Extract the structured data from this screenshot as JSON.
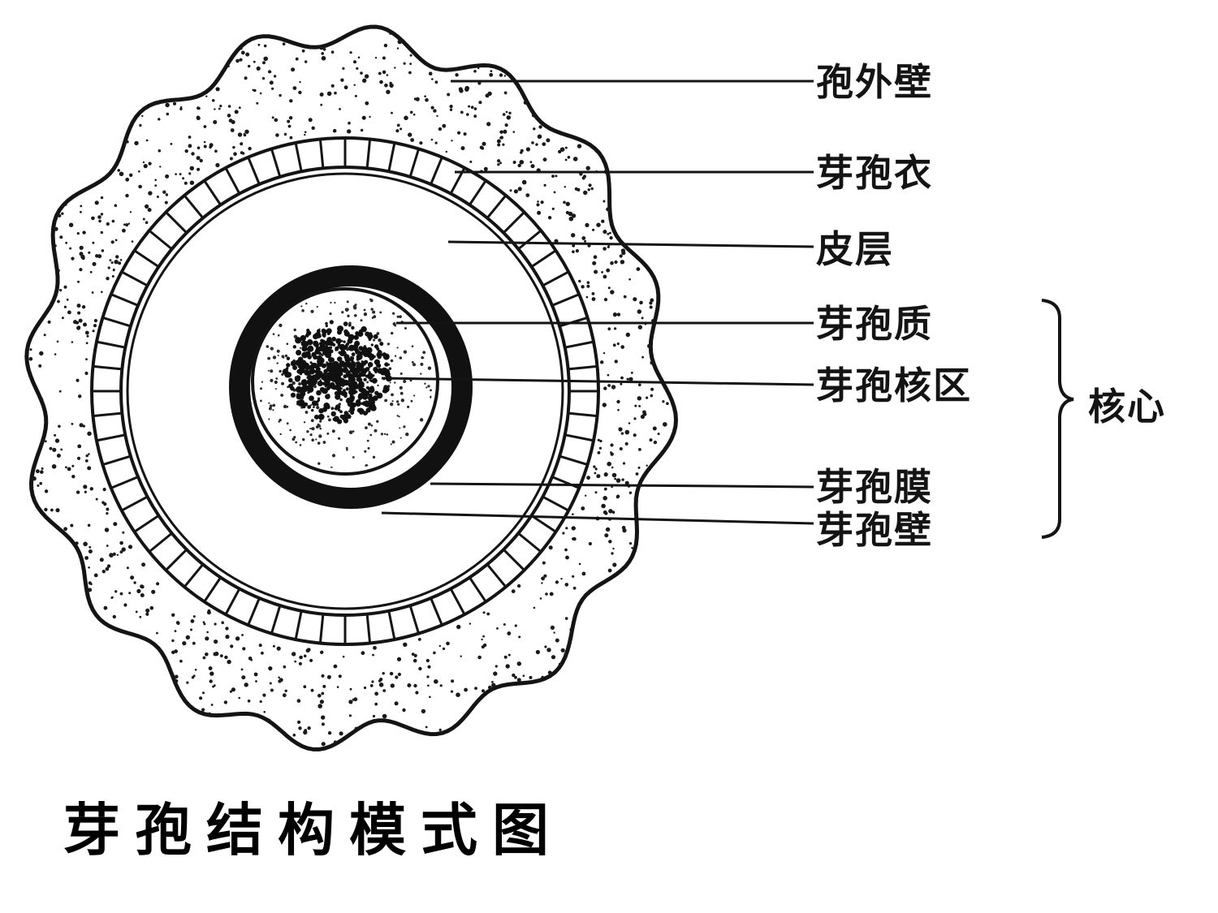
{
  "title": "芽孢结构模式图",
  "labels": {
    "exosporium": "孢外壁",
    "spore_coat": "芽孢衣",
    "cortex": "皮层",
    "core_plasm": "芽孢质",
    "nuclear_region": "芽孢核区",
    "spore_membrane": "芽孢膜",
    "spore_wall": "芽孢壁"
  },
  "group_label": "核心",
  "colors": {
    "ink": "#141414",
    "paper": "#ffffff"
  }
}
